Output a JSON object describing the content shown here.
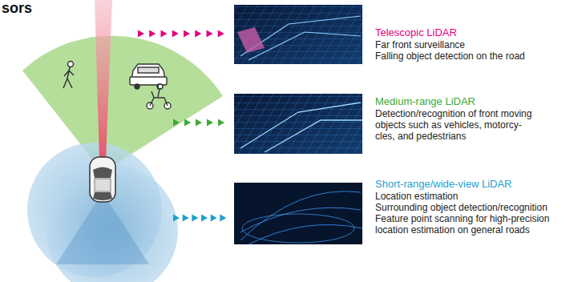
{
  "diagram": {
    "title": "sors",
    "labels": [
      "Telescopic LiDAR",
      "Far front surveillance",
      "Falling object detection on the road",
      "Medium-range LiDAR",
      "Detection/recognition of front moving objects such as vehicles, motorcy- cles, and pedestrians",
      "Short-range/wide-view LiDAR",
      "Location estimation",
      "Surrounding object detection/recognition",
      "Feature point scanning for high-precision location estimation on general roads"
    ]
  }
}
